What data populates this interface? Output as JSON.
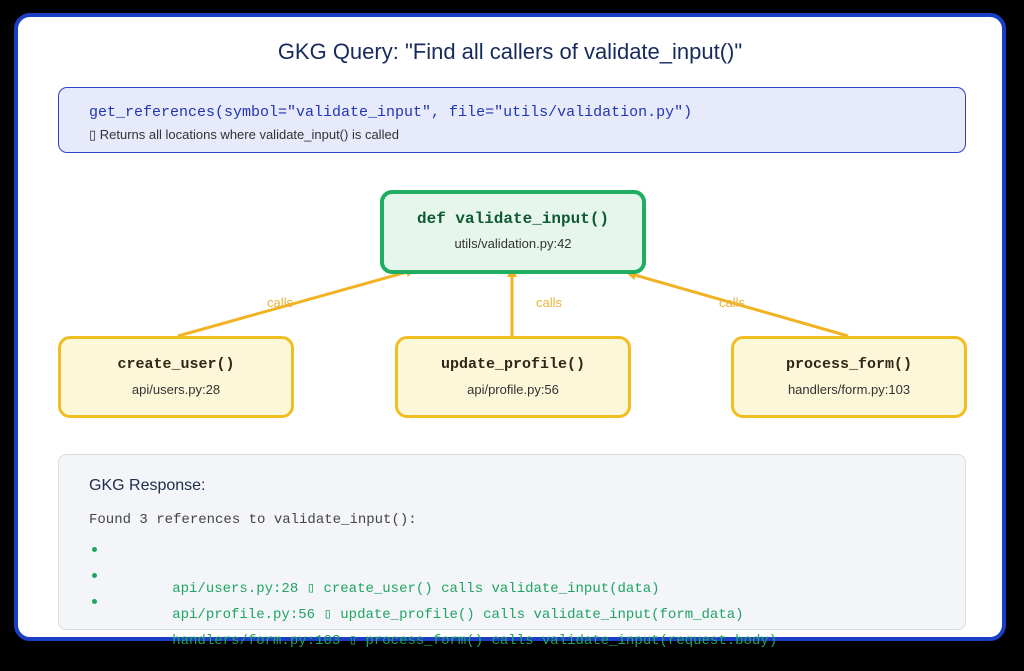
{
  "title": "GKG Query: \"Find all callers of validate_input()\"",
  "query": {
    "code": "get_references(symbol=\"validate_input\", file=\"utils/validation.py\")",
    "note": "▯ Returns all locations where validate_input() is called"
  },
  "target": {
    "function": "def validate_input()",
    "location": "utils/validation.py:42"
  },
  "edge_label": "calls",
  "callers": [
    {
      "function": "create_user()",
      "location": "api/users.py:28"
    },
    {
      "function": "update_profile()",
      "location": "api/profile.py:56"
    },
    {
      "function": "process_form()",
      "location": "handlers/form.py:103"
    }
  ],
  "response": {
    "title": "GKG Response:",
    "summary": "Found 3 references to validate_input():",
    "items": [
      "api/users.py:28 ▯ create_user() calls validate_input(data)",
      "api/profile.py:56 ▯ update_profile() calls validate_input(form_data)",
      "handlers/form.py:103 ▯ process_form() calls validate_input(request.body)"
    ]
  },
  "colors": {
    "frame": "#1b3fc4",
    "query_bg": "#e6eafb",
    "target_border": "#1fad62",
    "caller_border": "#f1be22",
    "arrow": "#f1b323",
    "response_text": "#1fa463"
  }
}
